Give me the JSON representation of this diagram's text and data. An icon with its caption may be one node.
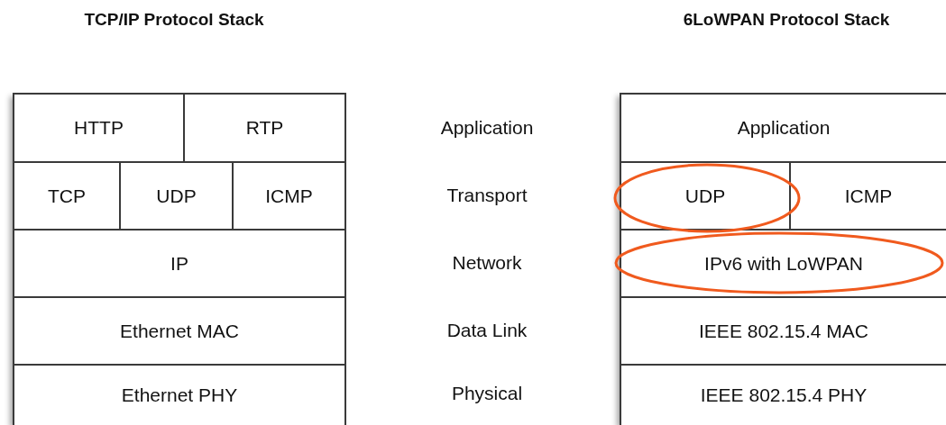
{
  "diagram": {
    "nodes": [
      {
        "text": [
          "HTTP"
        ]
      },
      {
        "text": [
          "RTP"
        ]
      },
      {
        "text": [
          "TCP"
        ]
      },
      {
        "text": [
          "UDP"
        ]
      },
      {
        "text": [
          "ICMP"
        ]
      },
      {
        "text": [
          "IP"
        ]
      },
      {
        "text": [
          "Ethernet MAC"
        ]
      },
      {
        "text": [
          "Ethernet PHY"
        ]
      },
      {
        "text": [
          "Application"
        ]
      },
      {
        "text": [
          "UDP"
        ]
      },
      {
        "text": [
          "ICMP"
        ]
      },
      {
        "text": [
          "IPv6 with LoWPAN"
        ]
      },
      {
        "text": [
          "IEEE 802.15.4 MAC"
        ]
      },
      {
        "text": [
          "IEEE 802.15.4 PHY"
        ]
      }
    ],
    "labels": [
      "TCP/IP Protocol Stack",
      "6LoWPAN Protocol Stack",
      "Application",
      "Transport",
      "Network",
      "Data Link",
      "Physical"
    ]
  }
}
